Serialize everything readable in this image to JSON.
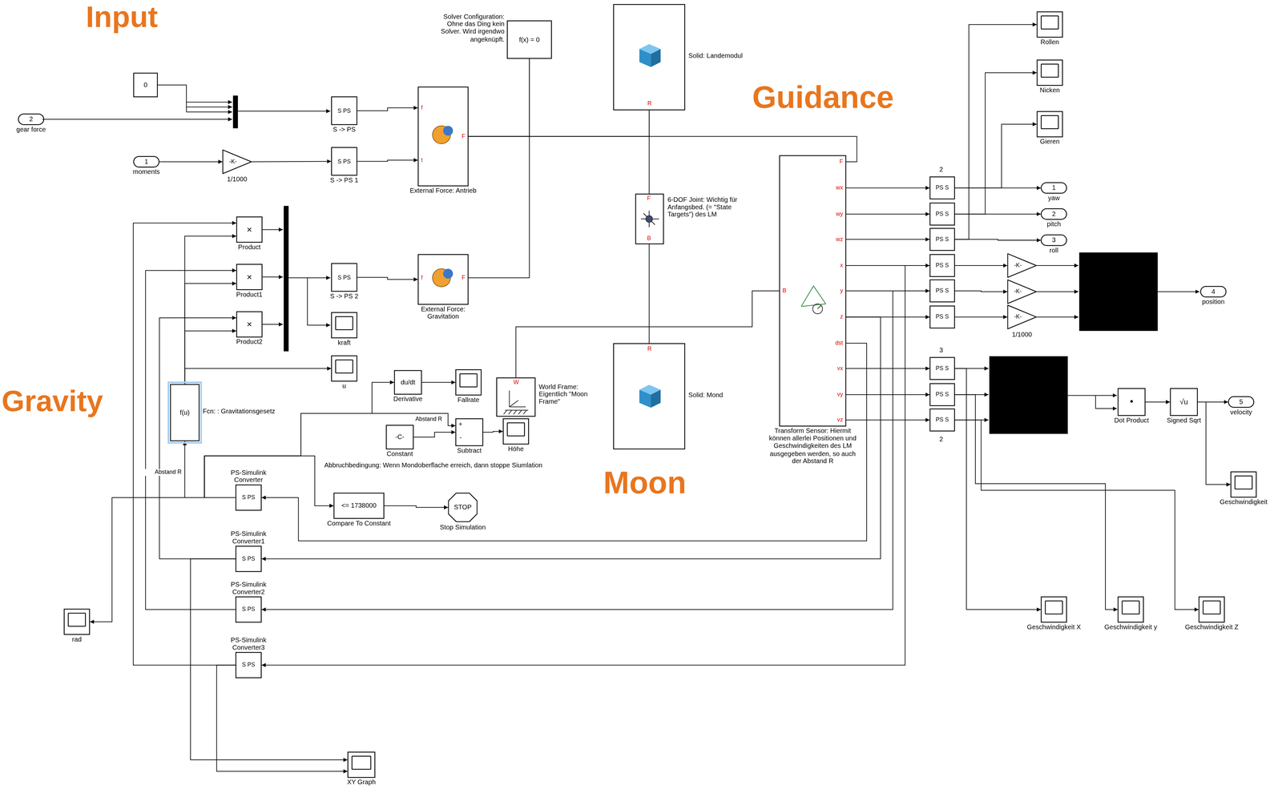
{
  "diagram": {
    "nodes": [
      {
        "text": [
          "0"
        ]
      },
      {
        "text": [
          "2",
          "gear force"
        ]
      },
      {
        "text": [
          "1",
          "moments"
        ]
      },
      {
        "text": [
          "-K-",
          "1/1000"
        ]
      },
      {
        "text": [
          "S PS",
          "S -> PS"
        ]
      },
      {
        "text": [
          "S PS",
          "S -> PS 1"
        ]
      },
      {
        "text": [
          "f(x) = 0",
          "Solver Configuration: Ohne das Ding kein Solver. Wird irgendwo angeknüpft."
        ]
      },
      {
        "text": [
          "f",
          "t",
          "F",
          "External Force: Antrieb"
        ]
      },
      {
        "text": [
          "R",
          "Solid: Landemodul"
        ]
      },
      {
        "text": [
          "F",
          "B",
          "6-DOF Joint: Wichtig für Anfangsbed. (= \"State Targets\") des LM"
        ]
      },
      {
        "text": [
          "R",
          "Solid: Mond"
        ]
      },
      {
        "text": [
          "W",
          "World Frame: Eigentlich \"Moon Frame\""
        ]
      },
      {
        "text": [
          "f",
          "F",
          "External Force: Gravitation"
        ]
      },
      {
        "text": [
          "×",
          "Product"
        ]
      },
      {
        "text": [
          "×",
          "Product1"
        ]
      },
      {
        "text": [
          "×",
          "Product2"
        ]
      },
      {
        "text": [
          "S PS",
          "S -> PS 2"
        ]
      },
      {
        "text": [
          "kraft"
        ]
      },
      {
        "text": [
          "u"
        ]
      },
      {
        "text": [
          "f(u)",
          "Fcn: : Gravitationsgesetz"
        ]
      },
      {
        "text": [
          "du/dt",
          "Derivative"
        ]
      },
      {
        "text": [
          "Fallrate"
        ]
      },
      {
        "text": [
          "-C-",
          "Constant"
        ]
      },
      {
        "text": [
          "+",
          "-",
          "Subtract"
        ]
      },
      {
        "text": [
          "Höhe"
        ]
      },
      {
        "text": [
          "S PS",
          "PS-Simulink Converter"
        ]
      },
      {
        "text": [
          "<= 1738000",
          "Compare To Constant"
        ]
      },
      {
        "text": [
          "STOP",
          "Stop Simulation"
        ]
      },
      {
        "text": [
          "S PS",
          "PS-Simulink Converter1"
        ]
      },
      {
        "text": [
          "S PS",
          "PS-Simulink Converter2"
        ]
      },
      {
        "text": [
          "S PS",
          "PS-Simulink Converter3"
        ]
      },
      {
        "text": [
          "rad"
        ]
      },
      {
        "text": [
          "XY Graph"
        ]
      },
      {
        "text": [
          "F",
          "wx",
          "wy",
          "wz",
          "x",
          "y",
          "z",
          "dst",
          "vx",
          "vy",
          "vz",
          "B",
          "Transform Sensor: Hiermit können allerlei Positionen und Geschwindigkeiten des LM ausgegeben werden, so auch der Abstand R"
        ]
      },
      {
        "text": [
          "PS S"
        ]
      },
      {
        "text": [
          "PS S"
        ]
      },
      {
        "text": [
          "PS S"
        ]
      },
      {
        "text": [
          "PS S"
        ]
      },
      {
        "text": [
          "PS S"
        ]
      },
      {
        "text": [
          "PS S"
        ]
      },
      {
        "text": [
          "PS S"
        ]
      },
      {
        "text": [
          "PS S"
        ]
      },
      {
        "text": [
          "PS S"
        ]
      },
      {
        "text": [
          "Rollen"
        ]
      },
      {
        "text": [
          "Nicken"
        ]
      },
      {
        "text": [
          "Gieren"
        ]
      },
      {
        "text": [
          "1",
          "yaw"
        ]
      },
      {
        "text": [
          "2",
          "pitch"
        ]
      },
      {
        "text": [
          "3",
          "roll"
        ]
      },
      {
        "text": [
          "-K-"
        ]
      },
      {
        "text": [
          "-K-"
        ]
      },
      {
        "text": [
          "-K-",
          "1/1000"
        ]
      },
      {
        "text": [
          "4",
          "position"
        ]
      },
      {
        "text": [
          "•",
          "Dot Product"
        ]
      },
      {
        "text": [
          "√u",
          "Signed Sqrt"
        ]
      },
      {
        "text": [
          "5",
          "velocity"
        ]
      },
      {
        "text": [
          "Geschwindigkeit"
        ]
      },
      {
        "text": [
          "Geschwindigkeit X"
        ]
      },
      {
        "text": [
          "Geschwindigkeit y"
        ]
      },
      {
        "text": [
          "Geschwindigkeit Z"
        ]
      }
    ],
    "edges": [
      {
        "from": 2,
        "to": 3,
        "arrow": "to"
      },
      {
        "from": 3,
        "to": 5,
        "arrow": "to"
      },
      {
        "from": 4,
        "to": 7,
        "arrow": "to"
      },
      {
        "from": 5,
        "to": 7,
        "arrow": "to"
      },
      {
        "from": 7,
        "to": 8,
        "arrow": "none"
      },
      {
        "from": 7,
        "to": 6,
        "arrow": "none"
      },
      {
        "from": 6,
        "to": 12,
        "arrow": "none"
      },
      {
        "from": 7,
        "to": 33,
        "arrow": "none"
      },
      {
        "from": 8,
        "to": 9,
        "arrow": "none"
      },
      {
        "from": 9,
        "to": 10,
        "arrow": "none"
      },
      {
        "from": 11,
        "to": 33,
        "arrow": "none"
      },
      {
        "from": 16,
        "to": 12,
        "arrow": "to"
      },
      {
        "from": 19,
        "to": 13,
        "arrow": "to"
      },
      {
        "from": 19,
        "to": 14,
        "arrow": "to"
      },
      {
        "from": 19,
        "to": 15,
        "arrow": "to"
      },
      {
        "from": 19,
        "to": 18,
        "arrow": "to"
      },
      {
        "from": 30,
        "to": 13,
        "arrow": "to"
      },
      {
        "from": 29,
        "to": 14,
        "arrow": "to"
      },
      {
        "from": 28,
        "to": 15,
        "arrow": "to"
      },
      {
        "from": 28,
        "to": 32,
        "arrow": "to"
      },
      {
        "from": 30,
        "to": 32,
        "arrow": "to"
      },
      {
        "from": 25,
        "to": 19,
        "arrow": "to"
      },
      {
        "from": 25,
        "to": 31,
        "arrow": "to"
      },
      {
        "from": 25,
        "to": 20,
        "arrow": "to"
      },
      {
        "from": 25,
        "to": 23,
        "arrow": "to"
      },
      {
        "from": 25,
        "to": 26,
        "arrow": "to"
      },
      {
        "from": 20,
        "to": 21,
        "arrow": "to"
      },
      {
        "from": 22,
        "to": 23,
        "arrow": "to"
      },
      {
        "from": 23,
        "to": 24,
        "arrow": "to"
      },
      {
        "from": 26,
        "to": 27,
        "arrow": "to"
      },
      {
        "from": 33,
        "to": 25,
        "arrow": "to"
      },
      {
        "from": 33,
        "to": 28,
        "arrow": "to"
      },
      {
        "from": 33,
        "to": 29,
        "arrow": "to"
      },
      {
        "from": 33,
        "to": 30,
        "arrow": "to"
      },
      {
        "from": 33,
        "to": 34,
        "arrow": "to"
      },
      {
        "from": 33,
        "to": 35,
        "arrow": "to"
      },
      {
        "from": 33,
        "to": 36,
        "arrow": "to"
      },
      {
        "from": 33,
        "to": 37,
        "arrow": "to"
      },
      {
        "from": 33,
        "to": 38,
        "arrow": "to"
      },
      {
        "from": 33,
        "to": 39,
        "arrow": "to"
      },
      {
        "from": 33,
        "to": 40,
        "arrow": "to"
      },
      {
        "from": 33,
        "to": 41,
        "arrow": "to"
      },
      {
        "from": 33,
        "to": 42,
        "arrow": "to"
      },
      {
        "from": 34,
        "to": 46,
        "arrow": "to"
      },
      {
        "from": 35,
        "to": 47,
        "arrow": "to"
      },
      {
        "from": 36,
        "to": 48,
        "arrow": "to"
      },
      {
        "from": 36,
        "to": 43,
        "arrow": "to"
      },
      {
        "from": 35,
        "to": 44,
        "arrow": "to"
      },
      {
        "from": 34,
        "to": 45,
        "arrow": "to"
      },
      {
        "from": 37,
        "to": 49,
        "arrow": "to"
      },
      {
        "from": 38,
        "to": 50,
        "arrow": "to"
      },
      {
        "from": 39,
        "to": 51,
        "arrow": "to"
      },
      {
        "from": 40,
        "to": 57,
        "arrow": "to"
      },
      {
        "from": 41,
        "to": 58,
        "arrow": "to"
      },
      {
        "from": 42,
        "to": 59,
        "arrow": "to"
      },
      {
        "from": 53,
        "to": 54,
        "arrow": "to"
      },
      {
        "from": 54,
        "to": 55,
        "arrow": "to"
      },
      {
        "from": 54,
        "to": 56,
        "arrow": "to"
      }
    ],
    "labels": [
      "Input",
      "Gravity",
      "Guidance",
      "Moon",
      "Abstand R",
      "Abstand R",
      "Abbruchbedingung: Wenn Mondoberflache erreich, dann stoppe Siumlation",
      "2",
      "3",
      "2"
    ]
  }
}
